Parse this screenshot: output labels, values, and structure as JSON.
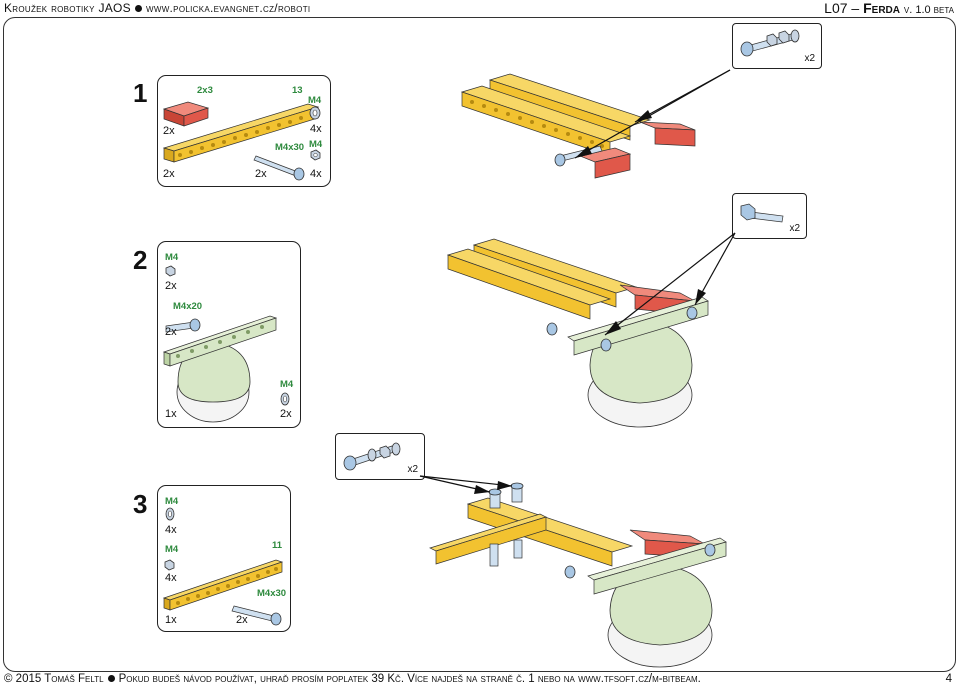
{
  "header": {
    "left_title": "Kroužek robotiky JAOS",
    "left_url": "www.policka.evangnet.cz/roboti",
    "model_code": "L07 –",
    "model_name": "Ferda",
    "version": "v. 1.0 beta"
  },
  "steps": [
    {
      "number": "1",
      "parts": [
        {
          "code": "2x3",
          "qty": "2x"
        },
        {
          "code": "13",
          "qty": "2x"
        },
        {
          "code": "M4",
          "qty": "4x"
        },
        {
          "code": "M4x30",
          "qty": "2x"
        },
        {
          "code": "M4",
          "qty": "4x"
        }
      ],
      "callout_qty": "x2"
    },
    {
      "number": "2",
      "parts": [
        {
          "code": "M4",
          "qty": "2x"
        },
        {
          "code": "M4x20",
          "qty": "2x"
        },
        {
          "code": "",
          "qty": "1x"
        },
        {
          "code": "M4",
          "qty": "2x"
        }
      ],
      "callout_qty": "x2"
    },
    {
      "number": "3",
      "parts": [
        {
          "code": "M4",
          "qty": "4x"
        },
        {
          "code": "M4",
          "qty": "4x"
        },
        {
          "code": "11",
          "qty": "1x"
        },
        {
          "code": "M4x30",
          "qty": "2x"
        }
      ],
      "callout_qty": "x2"
    }
  ],
  "footer": {
    "copyright": "© 2015 Tomáš Feltl",
    "text": "Pokud budeš návod používat, uhraď prosím poplatek 39 Kč. Více najdeš na straně č. 1 nebo na www.tfsoft.cz/m-bitbeam.",
    "page_number": "4"
  },
  "colors": {
    "beam_yellow": "#f2c230",
    "beam_red": "#e0584a",
    "wheel_green": "#d7e7c6",
    "part_label_green": "#2e8a3e",
    "bolt_blue": "#a9c7e4"
  }
}
